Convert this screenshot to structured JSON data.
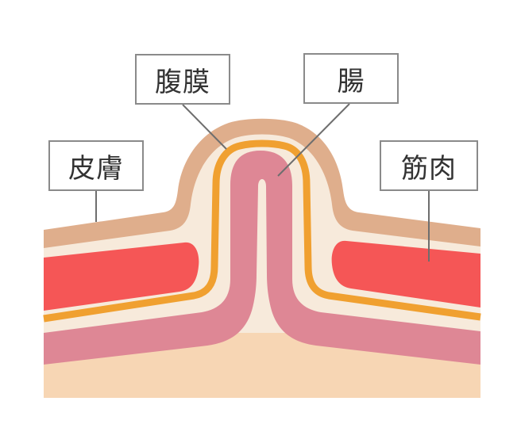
{
  "labels": {
    "skin": "皮膚",
    "peritoneum": "腹膜",
    "bowel": "腸",
    "muscle": "筋肉"
  },
  "colors": {
    "skin_layer": "#dfae8c",
    "fat_layer": "#f7eadb",
    "muscle": "#f55656",
    "peritoneum": "#f0a030",
    "bowel": "#de8795",
    "interior": "#f7d6b4",
    "leader_line": "#6e6e6e",
    "label_border": "#8a8a8a"
  }
}
